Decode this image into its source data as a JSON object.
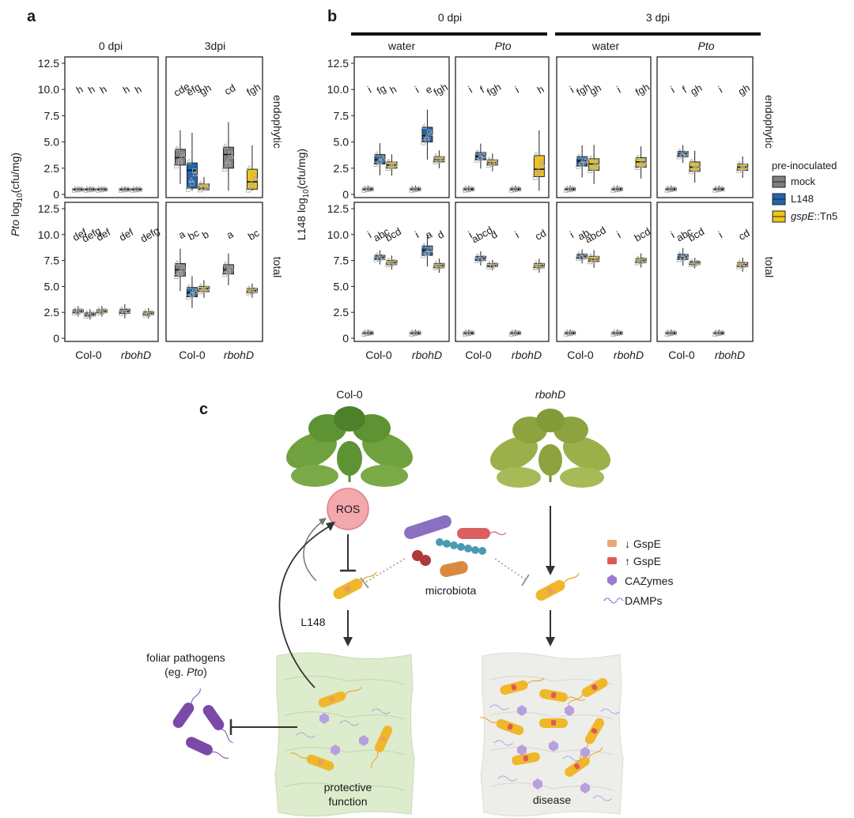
{
  "panel_a": {
    "letter": "a",
    "col_strips": [
      "0 dpi",
      "3dpi"
    ],
    "row_strips": [
      "endophytic",
      "total"
    ],
    "ylabel_italic": "Pto",
    "ylabel_rest": " log",
    "ylabel_sub": "10",
    "ylabel_unit": "(cfu/mg)",
    "x_ticks": [
      "Col-0",
      "rbohD"
    ]
  },
  "panel_b": {
    "letter": "b",
    "time_headers": [
      "0 dpi",
      "3 dpi"
    ],
    "col_strips": [
      "water",
      "Pto",
      "water",
      "Pto"
    ],
    "row_strips": [
      "endophytic",
      "total"
    ],
    "ylabel_rest": "L148 log",
    "ylabel_sub": "10",
    "ylabel_unit": "(cfu/mg)",
    "x_ticks": [
      "Col-0",
      "rbohD"
    ]
  },
  "legend": {
    "title": "pre-inoculated",
    "items": [
      {
        "label": "mock",
        "italic": "",
        "rest": ""
      },
      {
        "label": "L148",
        "italic": "",
        "rest": ""
      },
      {
        "label": "",
        "italic": "gspE",
        "rest": "::Tn5"
      }
    ]
  },
  "colors": {
    "mock": "#808080",
    "L148": "#2166ac",
    "gspE": "#f0c419"
  },
  "chart_data": [
    {
      "type": "box",
      "title": "a",
      "y_ticks": [
        "0",
        "2.5",
        "5.0",
        "7.5",
        "10.0",
        "12.5"
      ],
      "ylim": [
        0,
        12.5
      ],
      "facets": [
        {
          "row": "endophytic",
          "col": "0 dpi",
          "groups": [
            {
              "genotype": "Col-0",
              "boxes": [
                {
                  "series": "mock",
                  "median": 0.5,
                  "q1": 0.4,
                  "q3": 0.55,
                  "label": "h"
                },
                {
                  "series": "L148",
                  "median": 0.5,
                  "q1": 0.4,
                  "q3": 0.55,
                  "label": "h"
                },
                {
                  "series": "gspE",
                  "median": 0.5,
                  "q1": 0.4,
                  "q3": 0.55,
                  "label": "h"
                }
              ]
            },
            {
              "genotype": "rbohD",
              "boxes": [
                {
                  "series": "mock",
                  "median": 0.5,
                  "q1": 0.4,
                  "q3": 0.55,
                  "label": "h"
                },
                {
                  "series": "L148",
                  "median": 0.5,
                  "q1": 0.4,
                  "q3": 0.55,
                  "label": "h"
                }
              ]
            }
          ]
        },
        {
          "row": "endophytic",
          "col": "3dpi",
          "groups": [
            {
              "genotype": "Col-0",
              "boxes": [
                {
                  "series": "mock",
                  "median": 3.5,
                  "q1": 2.8,
                  "q3": 4.3,
                  "label": "cde"
                },
                {
                  "series": "L148",
                  "median": 2.3,
                  "q1": 0.6,
                  "q3": 3.0,
                  "label": "efg"
                },
                {
                  "series": "gspE",
                  "median": 0.6,
                  "q1": 0.45,
                  "q3": 1.0,
                  "label": "gh"
                }
              ]
            },
            {
              "genotype": "rbohD",
              "boxes": [
                {
                  "series": "mock",
                  "median": 3.8,
                  "q1": 2.5,
                  "q3": 4.5,
                  "label": "cd"
                },
                {
                  "series": "gspE",
                  "median": 1.2,
                  "q1": 0.5,
                  "q3": 2.4,
                  "label": "fgh"
                }
              ]
            }
          ]
        },
        {
          "row": "total",
          "col": "0 dpi",
          "groups": [
            {
              "genotype": "Col-0",
              "boxes": [
                {
                  "series": "mock",
                  "median": 2.6,
                  "q1": 2.45,
                  "q3": 2.75,
                  "label": "def"
                },
                {
                  "series": "L148",
                  "median": 2.3,
                  "q1": 2.15,
                  "q3": 2.45,
                  "label": "defg"
                },
                {
                  "series": "gspE",
                  "median": 2.6,
                  "q1": 2.45,
                  "q3": 2.75,
                  "label": "def"
                }
              ]
            },
            {
              "genotype": "rbohD",
              "boxes": [
                {
                  "series": "mock",
                  "median": 2.6,
                  "q1": 2.4,
                  "q3": 2.8,
                  "label": "def"
                },
                {
                  "series": "gspE",
                  "median": 2.4,
                  "q1": 2.25,
                  "q3": 2.55,
                  "label": "defg"
                }
              ]
            }
          ]
        },
        {
          "row": "total",
          "col": "3dpi",
          "groups": [
            {
              "genotype": "Col-0",
              "boxes": [
                {
                  "series": "mock",
                  "median": 6.6,
                  "q1": 6.0,
                  "q3": 7.2,
                  "label": "a"
                },
                {
                  "series": "L148",
                  "median": 4.4,
                  "q1": 4.0,
                  "q3": 4.9,
                  "label": "bc"
                },
                {
                  "series": "gspE",
                  "median": 4.8,
                  "q1": 4.5,
                  "q3": 5.0,
                  "label": "b"
                }
              ]
            },
            {
              "genotype": "rbohD",
              "boxes": [
                {
                  "series": "mock",
                  "median": 6.6,
                  "q1": 6.2,
                  "q3": 7.1,
                  "label": "a"
                },
                {
                  "series": "gspE",
                  "median": 4.6,
                  "q1": 4.4,
                  "q3": 4.8,
                  "label": "bc"
                }
              ]
            }
          ]
        }
      ]
    },
    {
      "type": "box",
      "title": "b",
      "y_ticks": [
        "0",
        "2.5",
        "5.0",
        "7.5",
        "10.0",
        "12.5"
      ],
      "ylim": [
        0,
        12.5
      ],
      "facets": [
        {
          "row": "endophytic",
          "col": "0 dpi water",
          "groups": [
            {
              "genotype": "Col-0",
              "boxes": [
                {
                  "series": "mock",
                  "median": 0.5,
                  "q1": 0.4,
                  "q3": 0.6,
                  "label": "i"
                },
                {
                  "series": "L148",
                  "median": 3.3,
                  "q1": 2.9,
                  "q3": 3.8,
                  "label": "fg"
                },
                {
                  "series": "gspE",
                  "median": 2.8,
                  "q1": 2.5,
                  "q3": 3.1,
                  "label": "h"
                }
              ]
            },
            {
              "genotype": "rbohD",
              "boxes": [
                {
                  "series": "mock",
                  "median": 0.5,
                  "q1": 0.4,
                  "q3": 0.6,
                  "label": "i"
                },
                {
                  "series": "L148",
                  "median": 5.6,
                  "q1": 5.0,
                  "q3": 6.4,
                  "label": "e"
                },
                {
                  "series": "gspE",
                  "median": 3.3,
                  "q1": 3.1,
                  "q3": 3.6,
                  "label": "fgh"
                }
              ]
            }
          ]
        },
        {
          "row": "endophytic",
          "col": "0 dpi Pto",
          "groups": [
            {
              "genotype": "Col-0",
              "boxes": [
                {
                  "series": "mock",
                  "median": 0.5,
                  "q1": 0.4,
                  "q3": 0.6,
                  "label": "i"
                },
                {
                  "series": "L148",
                  "median": 3.6,
                  "q1": 3.3,
                  "q3": 4.0,
                  "label": "f"
                },
                {
                  "series": "gspE",
                  "median": 3.0,
                  "q1": 2.8,
                  "q3": 3.3,
                  "label": "fgh"
                }
              ]
            },
            {
              "genotype": "rbohD",
              "boxes": [
                {
                  "series": "mock",
                  "median": 0.5,
                  "q1": 0.4,
                  "q3": 0.6,
                  "label": "i"
                },
                {
                  "series": "gspE",
                  "median": 2.4,
                  "q1": 1.7,
                  "q3": 3.7,
                  "label": "h"
                }
              ]
            }
          ]
        },
        {
          "row": "endophytic",
          "col": "3 dpi water",
          "groups": [
            {
              "genotype": "Col-0",
              "boxes": [
                {
                  "series": "mock",
                  "median": 0.5,
                  "q1": 0.4,
                  "q3": 0.6,
                  "label": "i"
                },
                {
                  "series": "L148",
                  "median": 3.2,
                  "q1": 2.7,
                  "q3": 3.6,
                  "label": "fgh"
                },
                {
                  "series": "gspE",
                  "median": 2.9,
                  "q1": 2.3,
                  "q3": 3.4,
                  "label": "gh"
                }
              ]
            },
            {
              "genotype": "rbohD",
              "boxes": [
                {
                  "series": "mock",
                  "median": 0.5,
                  "q1": 0.4,
                  "q3": 0.6,
                  "label": "i"
                },
                {
                  "series": "gspE",
                  "median": 3.1,
                  "q1": 2.6,
                  "q3": 3.5,
                  "label": "fgh"
                }
              ]
            }
          ]
        },
        {
          "row": "endophytic",
          "col": "3 dpi Pto",
          "groups": [
            {
              "genotype": "Col-0",
              "boxes": [
                {
                  "series": "mock",
                  "median": 0.5,
                  "q1": 0.4,
                  "q3": 0.6,
                  "label": "i"
                },
                {
                  "series": "L148",
                  "median": 3.9,
                  "q1": 3.6,
                  "q3": 4.1,
                  "label": "f"
                },
                {
                  "series": "gspE",
                  "median": 2.6,
                  "q1": 2.2,
                  "q3": 3.1,
                  "label": "gh"
                }
              ]
            },
            {
              "genotype": "rbohD",
              "boxes": [
                {
                  "series": "mock",
                  "median": 0.5,
                  "q1": 0.4,
                  "q3": 0.6,
                  "label": "i"
                },
                {
                  "series": "gspE",
                  "median": 2.6,
                  "q1": 2.3,
                  "q3": 2.9,
                  "label": "gh"
                }
              ]
            }
          ]
        },
        {
          "row": "total",
          "col": "0 dpi water",
          "groups": [
            {
              "genotype": "Col-0",
              "boxes": [
                {
                  "series": "mock",
                  "median": 0.5,
                  "q1": 0.4,
                  "q3": 0.6,
                  "label": "i"
                },
                {
                  "series": "L148",
                  "median": 7.8,
                  "q1": 7.6,
                  "q3": 8.0,
                  "label": "abc"
                },
                {
                  "series": "gspE",
                  "median": 7.3,
                  "q1": 7.1,
                  "q3": 7.5,
                  "label": "bcd"
                }
              ]
            },
            {
              "genotype": "rbohD",
              "boxes": [
                {
                  "series": "mock",
                  "median": 0.5,
                  "q1": 0.4,
                  "q3": 0.6,
                  "label": "i"
                },
                {
                  "series": "L148",
                  "median": 8.5,
                  "q1": 8.0,
                  "q3": 8.9,
                  "label": "a"
                },
                {
                  "series": "gspE",
                  "median": 7.0,
                  "q1": 6.8,
                  "q3": 7.2,
                  "label": "d"
                }
              ]
            }
          ]
        },
        {
          "row": "total",
          "col": "0 dpi Pto",
          "groups": [
            {
              "genotype": "Col-0",
              "boxes": [
                {
                  "series": "mock",
                  "median": 0.5,
                  "q1": 0.4,
                  "q3": 0.6,
                  "label": "i"
                },
                {
                  "series": "L148",
                  "median": 7.7,
                  "q1": 7.5,
                  "q3": 7.9,
                  "label": "abcd"
                },
                {
                  "series": "gspE",
                  "median": 7.0,
                  "q1": 6.9,
                  "q3": 7.2,
                  "label": "d"
                }
              ]
            },
            {
              "genotype": "rbohD",
              "boxes": [
                {
                  "series": "mock",
                  "median": 0.5,
                  "q1": 0.4,
                  "q3": 0.6,
                  "label": "i"
                },
                {
                  "series": "gspE",
                  "median": 7.0,
                  "q1": 6.8,
                  "q3": 7.2,
                  "label": "cd"
                }
              ]
            }
          ]
        },
        {
          "row": "total",
          "col": "3 dpi water",
          "groups": [
            {
              "genotype": "Col-0",
              "boxes": [
                {
                  "series": "mock",
                  "median": 0.5,
                  "q1": 0.4,
                  "q3": 0.6,
                  "label": "i"
                },
                {
                  "series": "L148",
                  "median": 7.9,
                  "q1": 7.7,
                  "q3": 8.1,
                  "label": "ab"
                },
                {
                  "series": "gspE",
                  "median": 7.6,
                  "q1": 7.4,
                  "q3": 7.9,
                  "label": "abcd"
                }
              ]
            },
            {
              "genotype": "rbohD",
              "boxes": [
                {
                  "series": "mock",
                  "median": 0.5,
                  "q1": 0.4,
                  "q3": 0.6,
                  "label": "i"
                },
                {
                  "series": "gspE",
                  "median": 7.5,
                  "q1": 7.3,
                  "q3": 7.7,
                  "label": "bcd"
                }
              ]
            }
          ]
        },
        {
          "row": "total",
          "col": "3 dpi Pto",
          "groups": [
            {
              "genotype": "Col-0",
              "boxes": [
                {
                  "series": "mock",
                  "median": 0.5,
                  "q1": 0.4,
                  "q3": 0.6,
                  "label": "i"
                },
                {
                  "series": "L148",
                  "median": 7.8,
                  "q1": 7.6,
                  "q3": 8.1,
                  "label": "abc"
                },
                {
                  "series": "gspE",
                  "median": 7.3,
                  "q1": 7.1,
                  "q3": 7.4,
                  "label": "bcd"
                }
              ]
            },
            {
              "genotype": "rbohD",
              "boxes": [
                {
                  "series": "mock",
                  "median": 0.5,
                  "q1": 0.4,
                  "q3": 0.6,
                  "label": "i"
                },
                {
                  "series": "gspE",
                  "median": 7.1,
                  "q1": 6.9,
                  "q3": 7.3,
                  "label": "cd"
                }
              ]
            }
          ]
        }
      ]
    }
  ],
  "panel_c": {
    "letter": "c",
    "plant_left": "Col-0",
    "plant_right": "rbohD",
    "ros": "ROS",
    "l148": "L148",
    "microbiota": "microbiota",
    "pathogens_line1": "foliar pathogens",
    "pathogens_line2_pre": "(eg. ",
    "pathogens_line2_it": "Pto",
    "pathogens_line2_post": ")",
    "protective_line1": "protective",
    "protective_line2": "function",
    "disease": "disease",
    "legend": [
      "↓ GspE",
      "↑ GspE",
      "CAZymes",
      "DAMPs"
    ]
  }
}
